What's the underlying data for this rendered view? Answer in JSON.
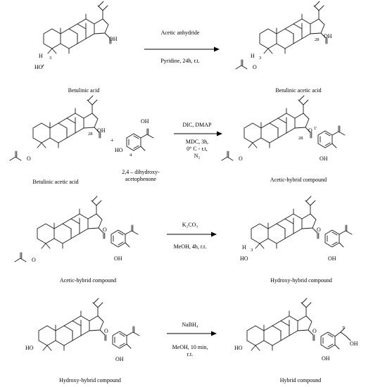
{
  "compounds": {
    "betulinic_acid": "Betulinic acid",
    "betulinic_acetic_acid": "Betulinic acetic acid",
    "dihydroxy_acetophenone_line1": "2,4 – dihydroxy-",
    "dihydroxy_acetophenone_line2": "acetophenone",
    "acetic_hybrid": "Acetic-hybrid compound",
    "hydroxy_hybrid": "Hydroxy-hybrid compound",
    "hybrid": "Hybrid compound"
  },
  "steps": [
    {
      "above": "Acetic anhydride",
      "below": [
        "Pyridine, 24h, r.t."
      ]
    },
    {
      "above": "DIC, DMAP",
      "below": [
        "MDC, 3h,",
        "0° C - r.t,",
        "N₂"
      ]
    },
    {
      "above": "K₂CO₃",
      "below": [
        "MeOH, 4h, r.t."
      ]
    },
    {
      "above": "NaBH₄",
      "below": [
        "MeOH, 10 min,",
        "r.t."
      ]
    }
  ],
  "atoms": {
    "oh": "OH",
    "ho": "HO",
    "h": "H",
    "o": "O",
    "c3": "3",
    "c4": "4",
    "c28": "28",
    "c1p": "1'",
    "c7p": "7'",
    "plus": "+"
  }
}
